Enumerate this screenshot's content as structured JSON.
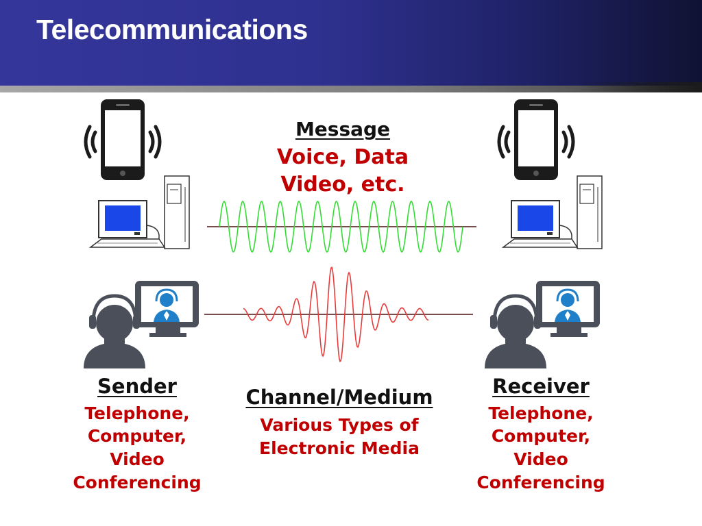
{
  "slide": {
    "title": "Telecommunications"
  },
  "message": {
    "heading": "Message",
    "line1": "Voice, Data",
    "line2": "Video, etc."
  },
  "sender": {
    "heading": "Sender",
    "line1": "Telephone,",
    "line2": "Computer,",
    "line3": "Video",
    "line4": "Conferencing"
  },
  "channel": {
    "heading": "Channel/Medium",
    "line1": "Various Types of",
    "line2": "Electronic Media"
  },
  "receiver": {
    "heading": "Receiver",
    "line1": "Telephone,",
    "line2": "Computer,",
    "line3": "Video",
    "line4": "Conferencing"
  },
  "colors": {
    "header_bg": "#2f3190",
    "accent_red": "#c00000",
    "wave_green": "#33dd33",
    "wave_red": "#e83c3c",
    "icon_gray": "#4a4f5a",
    "icon_blue": "#1f7fc8"
  },
  "icons": [
    "smartphone-icon",
    "desktop-computer-icon",
    "video-conference-icon"
  ]
}
